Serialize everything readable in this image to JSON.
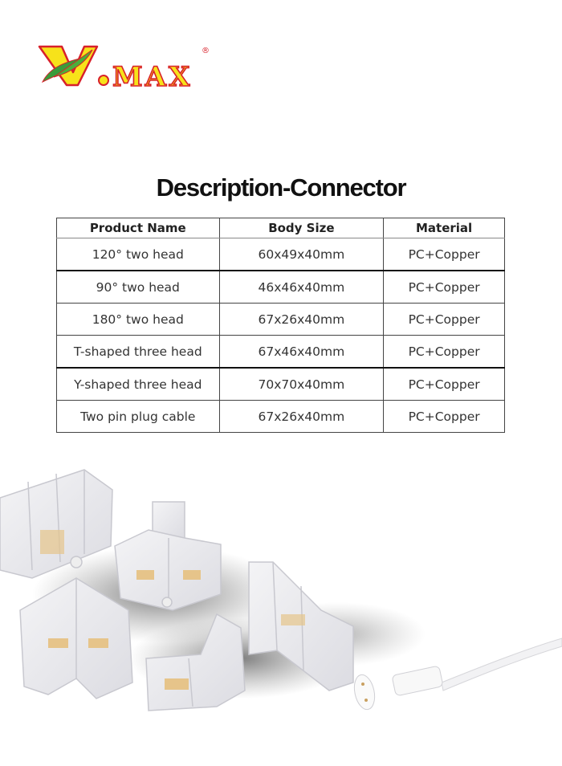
{
  "brand": {
    "logo_text": "V.MAX",
    "registered_mark": "®",
    "colors": {
      "yellow": "#f7e21a",
      "red": "#d8202a",
      "green": "#3a9b3a"
    }
  },
  "page_title": "Description-Connector",
  "table": {
    "headers": [
      "Product Name",
      "Body Size",
      "Material"
    ],
    "rows": [
      [
        "120° two head",
        "60x49x40mm",
        "PC+Copper"
      ],
      [
        "90° two head",
        "46x46x40mm",
        "PC+Copper"
      ],
      [
        "180° two head",
        "67x26x40mm",
        "PC+Copper"
      ],
      [
        "T-shaped three head",
        "67x46x40mm",
        "PC+Copper"
      ],
      [
        "Y-shaped three head",
        "70x70x40mm",
        "PC+Copper"
      ],
      [
        "Two pin plug cable",
        "67x26x40mm",
        "PC+Copper"
      ]
    ]
  },
  "photo": {
    "description": "Clear PC connectors (120°, 90°, 180°, T-shaped, Y-shaped) with copper pins and a white two pin plug cable"
  }
}
